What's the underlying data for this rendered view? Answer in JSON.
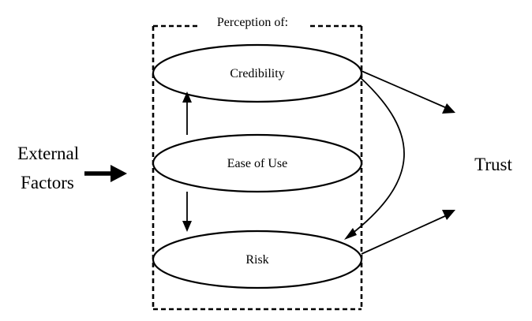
{
  "diagram": {
    "frame_title": "Perception of:",
    "nodes": {
      "credibility": "Credibility",
      "ease_of_use": "Ease of Use",
      "risk": "Risk"
    },
    "external_factors": [
      "External",
      "Factors"
    ],
    "trust": "Trust"
  }
}
